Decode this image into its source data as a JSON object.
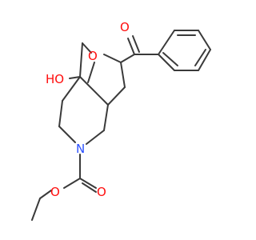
{
  "molecule": {
    "atom_labels": {
      "ketone_oxygen": "O",
      "ring_oxygen": "O",
      "hydroxyl": "HO",
      "nitrogen": "N",
      "carbonyl_oxygen": "O",
      "ester_oxygen": "O"
    },
    "colors": {
      "bond": "#3a3a3a",
      "oxygen": "#ff0d0d",
      "nitrogen": "#2b50ff",
      "background": "#ffffff"
    }
  }
}
